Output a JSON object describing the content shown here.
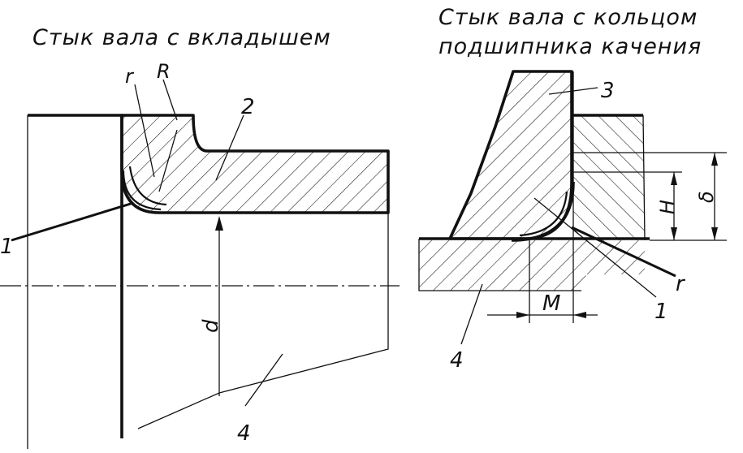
{
  "titles": {
    "left": "Стык вала с вкладышем",
    "right_line1": "Стык вала с кольцом",
    "right_line2": "подшипника качения"
  },
  "labels": {
    "r_left": "r",
    "R_left": "R",
    "n2": "2",
    "n1_left": "1",
    "d": "d",
    "n4_left": "4",
    "n3": "3",
    "H": "H",
    "delta": "δ",
    "r_right": "r",
    "M": "M",
    "n1_right": "1",
    "n4_right": "4"
  }
}
